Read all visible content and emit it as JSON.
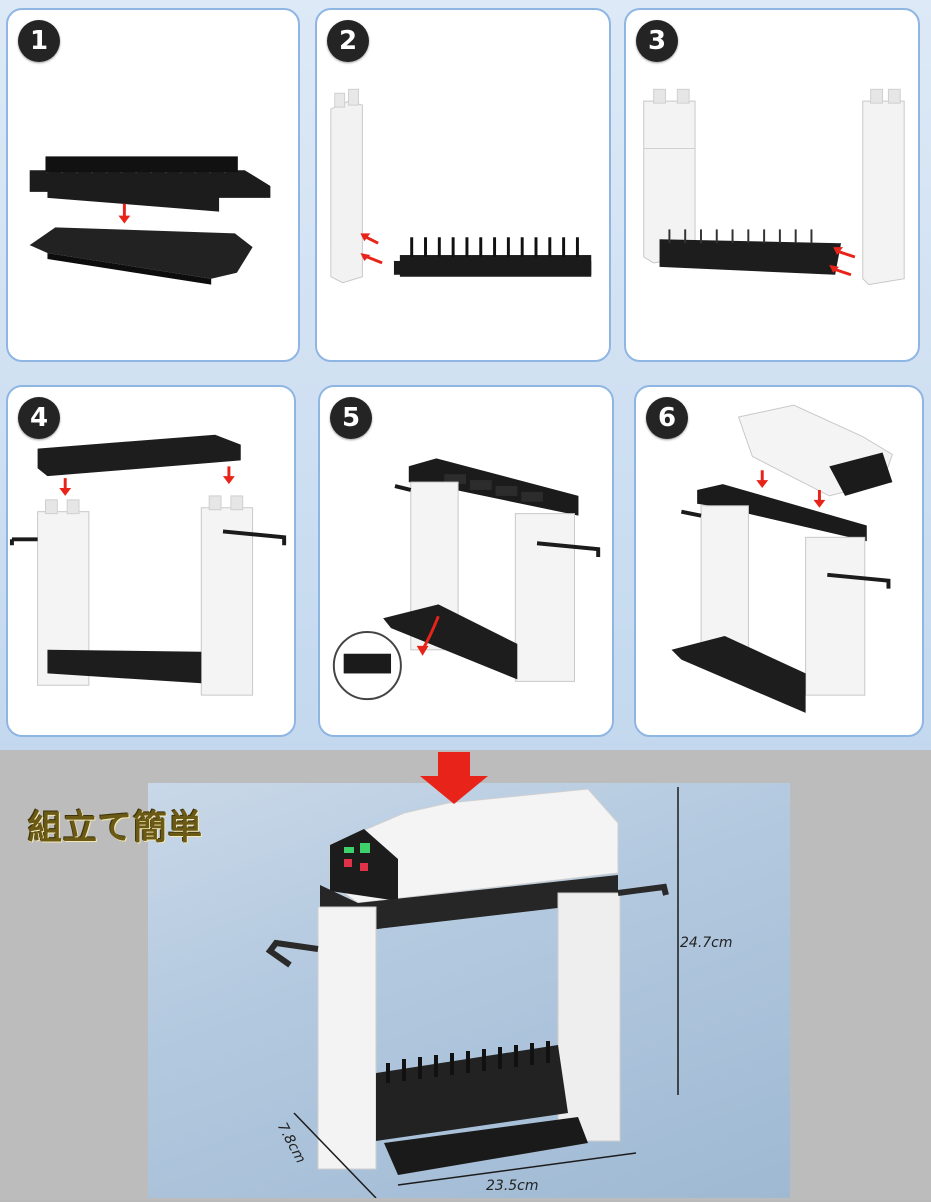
{
  "steps": [
    {
      "number": "1"
    },
    {
      "number": "2"
    },
    {
      "number": "3"
    },
    {
      "number": "4"
    },
    {
      "number": "5"
    },
    {
      "number": "6"
    }
  ],
  "caption": "組立て簡単",
  "dimensions": {
    "height": "24.7cm",
    "width": "23.5cm",
    "depth": "7.8cm"
  },
  "colors": {
    "panel_border": "#8fb6e3",
    "arrow_red": "#e8241a",
    "body_white": "#f2f2f2",
    "body_black": "#1e1e1e",
    "caption": "#6b5a15"
  },
  "icons": [
    "step-number-badge",
    "assembly-arrow-icon",
    "down-arrow-icon"
  ]
}
